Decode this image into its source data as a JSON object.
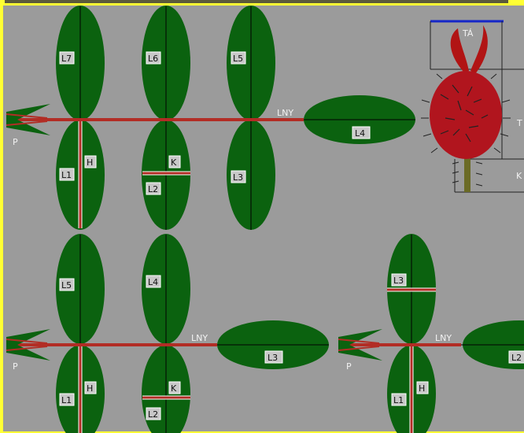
{
  "colors": {
    "frame_yellow": "#ffff33",
    "background_gray": "#9b9b9b",
    "leaf_green": "#0b620f",
    "midrib_red": "#b22d25",
    "rosehip_red": "#b1151e",
    "sepal_red": "#b11414",
    "stalk": "#6b6b26",
    "label_box": "#c8c8c8",
    "top_bar_blue": "#1426c8"
  },
  "diagram": {
    "top_leaf": {
      "pairs": [
        {
          "upper": "L7",
          "lower": "L1",
          "lower_mark": "H"
        },
        {
          "upper": "L6",
          "lower": "L2",
          "lower_mark": "K"
        },
        {
          "upper": "L5",
          "lower": "L3",
          "lower_mark": ""
        }
      ],
      "terminal": "L4",
      "petiole_label": "LNY",
      "stipule_label": "P"
    },
    "bottom_left_leaf": {
      "pairs": [
        {
          "upper": "L5",
          "lower": "L1",
          "lower_mark": "H"
        },
        {
          "upper": "L4",
          "lower": "L2",
          "lower_mark": "K"
        }
      ],
      "terminal": "L3",
      "petiole_label": "LNY",
      "stipule_label": "P"
    },
    "bottom_right_leaf": {
      "pairs": [
        {
          "upper": "L3",
          "lower": "L1",
          "lower_mark": "H"
        }
      ],
      "terminal": "L2",
      "petiole_label": "LNY",
      "stipule_label": "P"
    },
    "rosehip": {
      "sepal_label": "TÁ",
      "body_label": "T",
      "stalk_label": "K"
    }
  }
}
